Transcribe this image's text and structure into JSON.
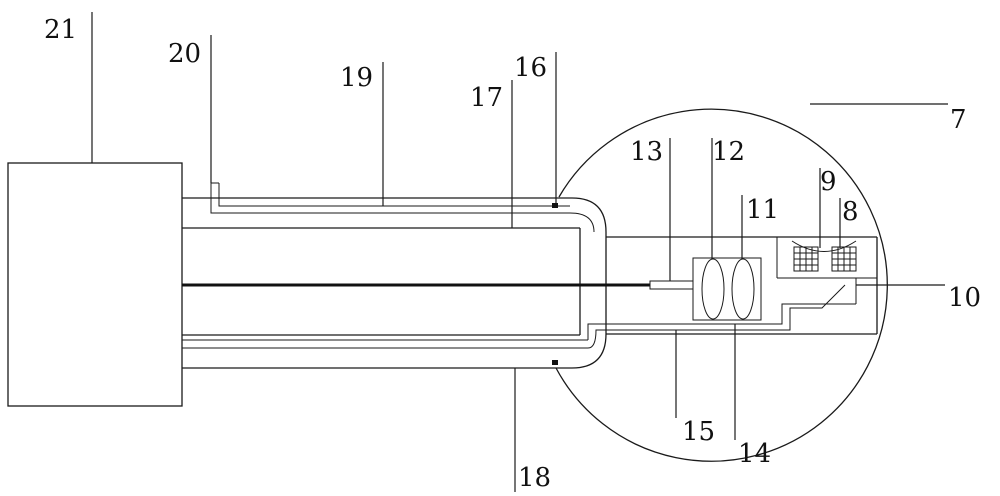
{
  "labels": {
    "l7": "7",
    "l8": "8",
    "l9": "9",
    "l10": "10",
    "l11": "11",
    "l12": "12",
    "l13": "13",
    "l14": "14",
    "l15": "15",
    "l16": "16",
    "l17": "17",
    "l18": "18",
    "l19": "19",
    "l20": "20",
    "l21": "21"
  },
  "colors": {
    "line": "#1a1a1a",
    "background": "#ffffff"
  }
}
